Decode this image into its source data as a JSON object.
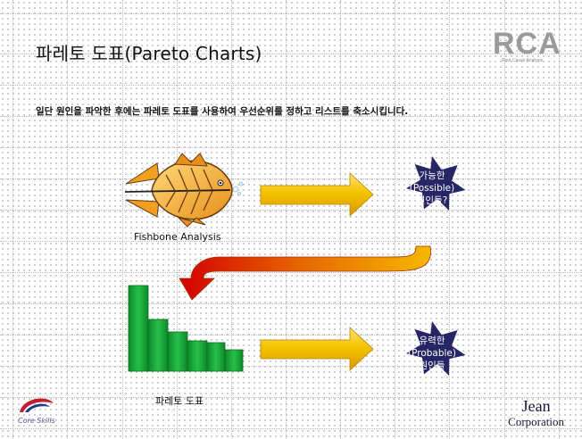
{
  "title": "파레토 도표(Pareto Charts)",
  "logo": {
    "letters": "RCA",
    "subtitle": "Root Cause Analysis"
  },
  "intro": "일단 원인을 파악한 후에는 파레토 도표를 사용하여 우선순위를 정하고 리스트를 축소시킵니다.",
  "fishbone": {
    "label": "Fishbone Analysis"
  },
  "pareto": {
    "label": "파레토 도표"
  },
  "badges": {
    "possible": [
      "가능한",
      "(Possible)",
      "원인들?"
    ],
    "probable": [
      "유력한",
      "(Probable)",
      "원인들"
    ]
  },
  "footer": {
    "left_logo_text": "Core Skills",
    "company_name": "Jean",
    "company_suffix": "Corporation"
  },
  "colors": {
    "arrow_yellow": "#f0c000",
    "arrow_curve_start": "#f2b000",
    "arrow_curve_end": "#cc0000",
    "star_fill": "#262565",
    "bars_green": "#1aa83a"
  }
}
